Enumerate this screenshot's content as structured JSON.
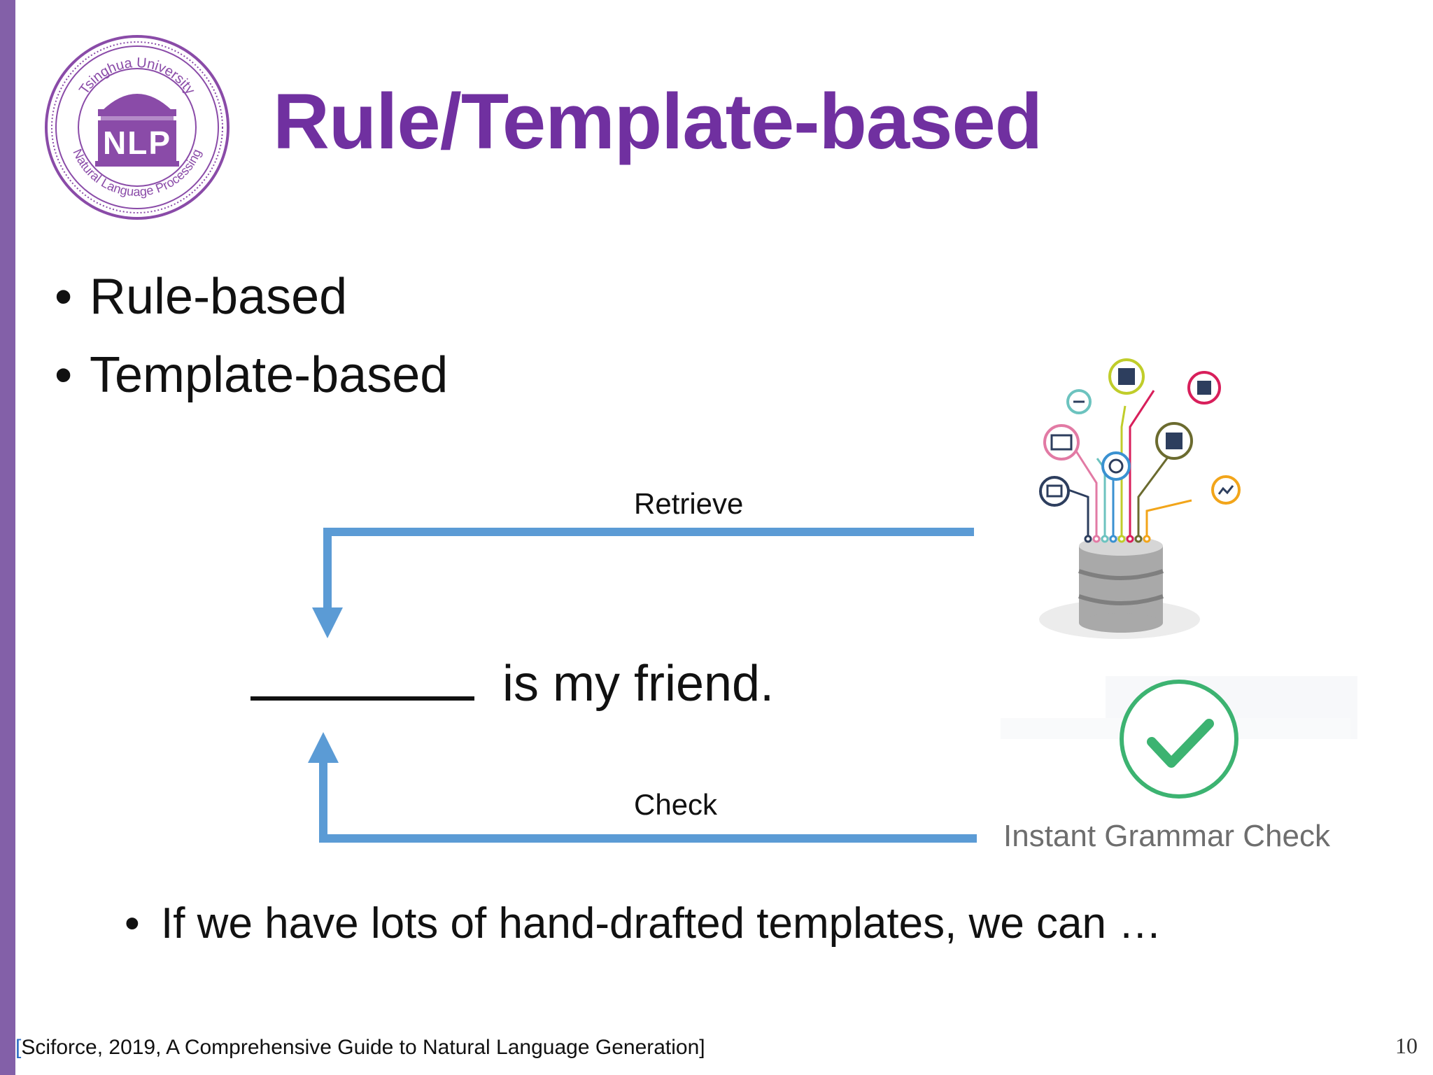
{
  "slide": {
    "title": "Rule/Template-based",
    "bullets": [
      {
        "bullet": "•",
        "text": "Rule-based"
      },
      {
        "bullet": "•",
        "text": "Template-based"
      }
    ],
    "diagram": {
      "retrieve_label": "Retrieve",
      "check_label": "Check",
      "sentence_text": "is  my  friend.",
      "grammar_check_label": "Instant Grammar Check",
      "database_icon": "database-network-icon",
      "check_icon": "checkmark-circle-icon"
    },
    "sub_bullet": {
      "bullet": "•",
      "text": "If we have lots of hand-drafted templates, we can …"
    },
    "citation": {
      "open_bracket": "[",
      "text": "Sciforce, 2019, A Comprehensive Guide to Natural Language Generation]"
    },
    "page_number": "10"
  },
  "logo": {
    "top_text": "Tsinghua University",
    "bottom_text": "Natural Language Processing",
    "center_text": "NLP"
  },
  "colors": {
    "accent_purple": "#7030a0",
    "side_bar": "#8360a8",
    "arrow_blue": "#5b9bd5",
    "check_green": "#3cb371"
  }
}
